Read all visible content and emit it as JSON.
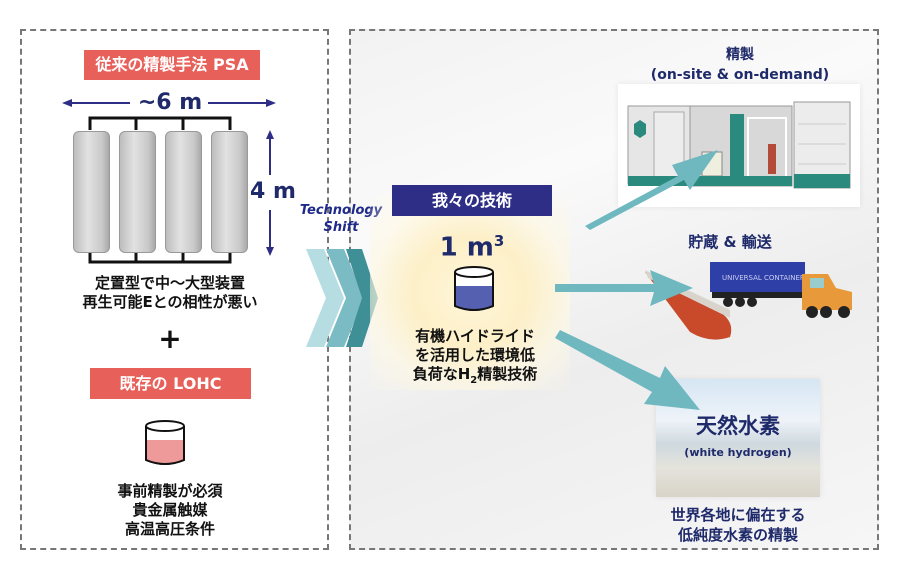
{
  "left_panel": {
    "psa_label": "従来の精製手法 PSA",
    "width_dim": "~6 m",
    "height_dim": "4 m",
    "psa_desc_line1": "定置型で中～大型装置",
    "psa_desc_line2": "再生可能Eとの相性が悪い",
    "plus": "+",
    "lohc_label": "既存の LOHC",
    "lohc_desc": [
      "事前精製が必須",
      "貴金属触媒",
      "高温高圧条件"
    ]
  },
  "shift": {
    "line1": "Technology",
    "line2": "Shift"
  },
  "center": {
    "label": "我々の技術",
    "volume_value": "1 m",
    "volume_exp": "3",
    "desc_line1": "有機ハイドライド",
    "desc_line2": "を活用した環境低",
    "desc_line3_a": "負荷なH",
    "desc_line3_sub": "2",
    "desc_line3_b": "精製技術"
  },
  "outputs": {
    "purification_title": "精製",
    "purification_sub": "(on-site & on-demand)",
    "storage_title": "貯蔵 & 輸送",
    "truck_text": "UNIVERSAL CONTAINER",
    "natural_title": "天然水素",
    "natural_sub": "(white hydrogen)",
    "natural_desc_line1": "世界各地に偏在する",
    "natural_desc_line2": "低純度水素の精製"
  },
  "colors": {
    "red": "#e8605a",
    "navy": "#2e2e86",
    "teal": "#6fb8c0",
    "liquid_pink": "#ef9a9a",
    "liquid_blue": "#5560b0"
  }
}
